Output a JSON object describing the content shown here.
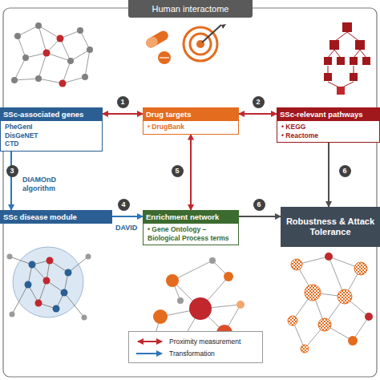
{
  "diagram": {
    "title": "Human interactome",
    "nodes": [
      {
        "text": [
          "SSc-associated genes",
          "PheGenI",
          "DisGeNET",
          "CTD"
        ]
      },
      {
        "text": [
          "Drug targets",
          "• DrugBank"
        ]
      },
      {
        "text": [
          "SSc-relevant pathways",
          "• KEGG",
          "• Reactome"
        ]
      },
      {
        "text": [
          "SSc disease module"
        ]
      },
      {
        "text": [
          "Enrichment network",
          "• Gene Ontology – Biological Process terms"
        ]
      },
      {
        "text": [
          "Robustness & Attack Tolerance"
        ]
      }
    ],
    "edges": [
      {
        "from": 0,
        "to": 1,
        "arrow": "both",
        "label": "1"
      },
      {
        "from": 1,
        "to": 2,
        "arrow": "both",
        "label": "2"
      },
      {
        "from": 0,
        "to": 3,
        "arrow": "to",
        "label": "3"
      },
      {
        "from": 3,
        "to": 4,
        "arrow": "to",
        "label": "4"
      },
      {
        "from": 4,
        "to": 1,
        "arrow": "both",
        "label": "5"
      },
      {
        "from": 4,
        "to": 5,
        "arrow": "to",
        "label": "6"
      },
      {
        "from": 2,
        "to": 5,
        "arrow": "to",
        "label": "6"
      }
    ],
    "labels": [
      "DIAMOnD algorithm",
      "DAVID"
    ],
    "legend": [
      {
        "text": "Proximity measurement"
      },
      {
        "text": "Transformation"
      }
    ]
  }
}
